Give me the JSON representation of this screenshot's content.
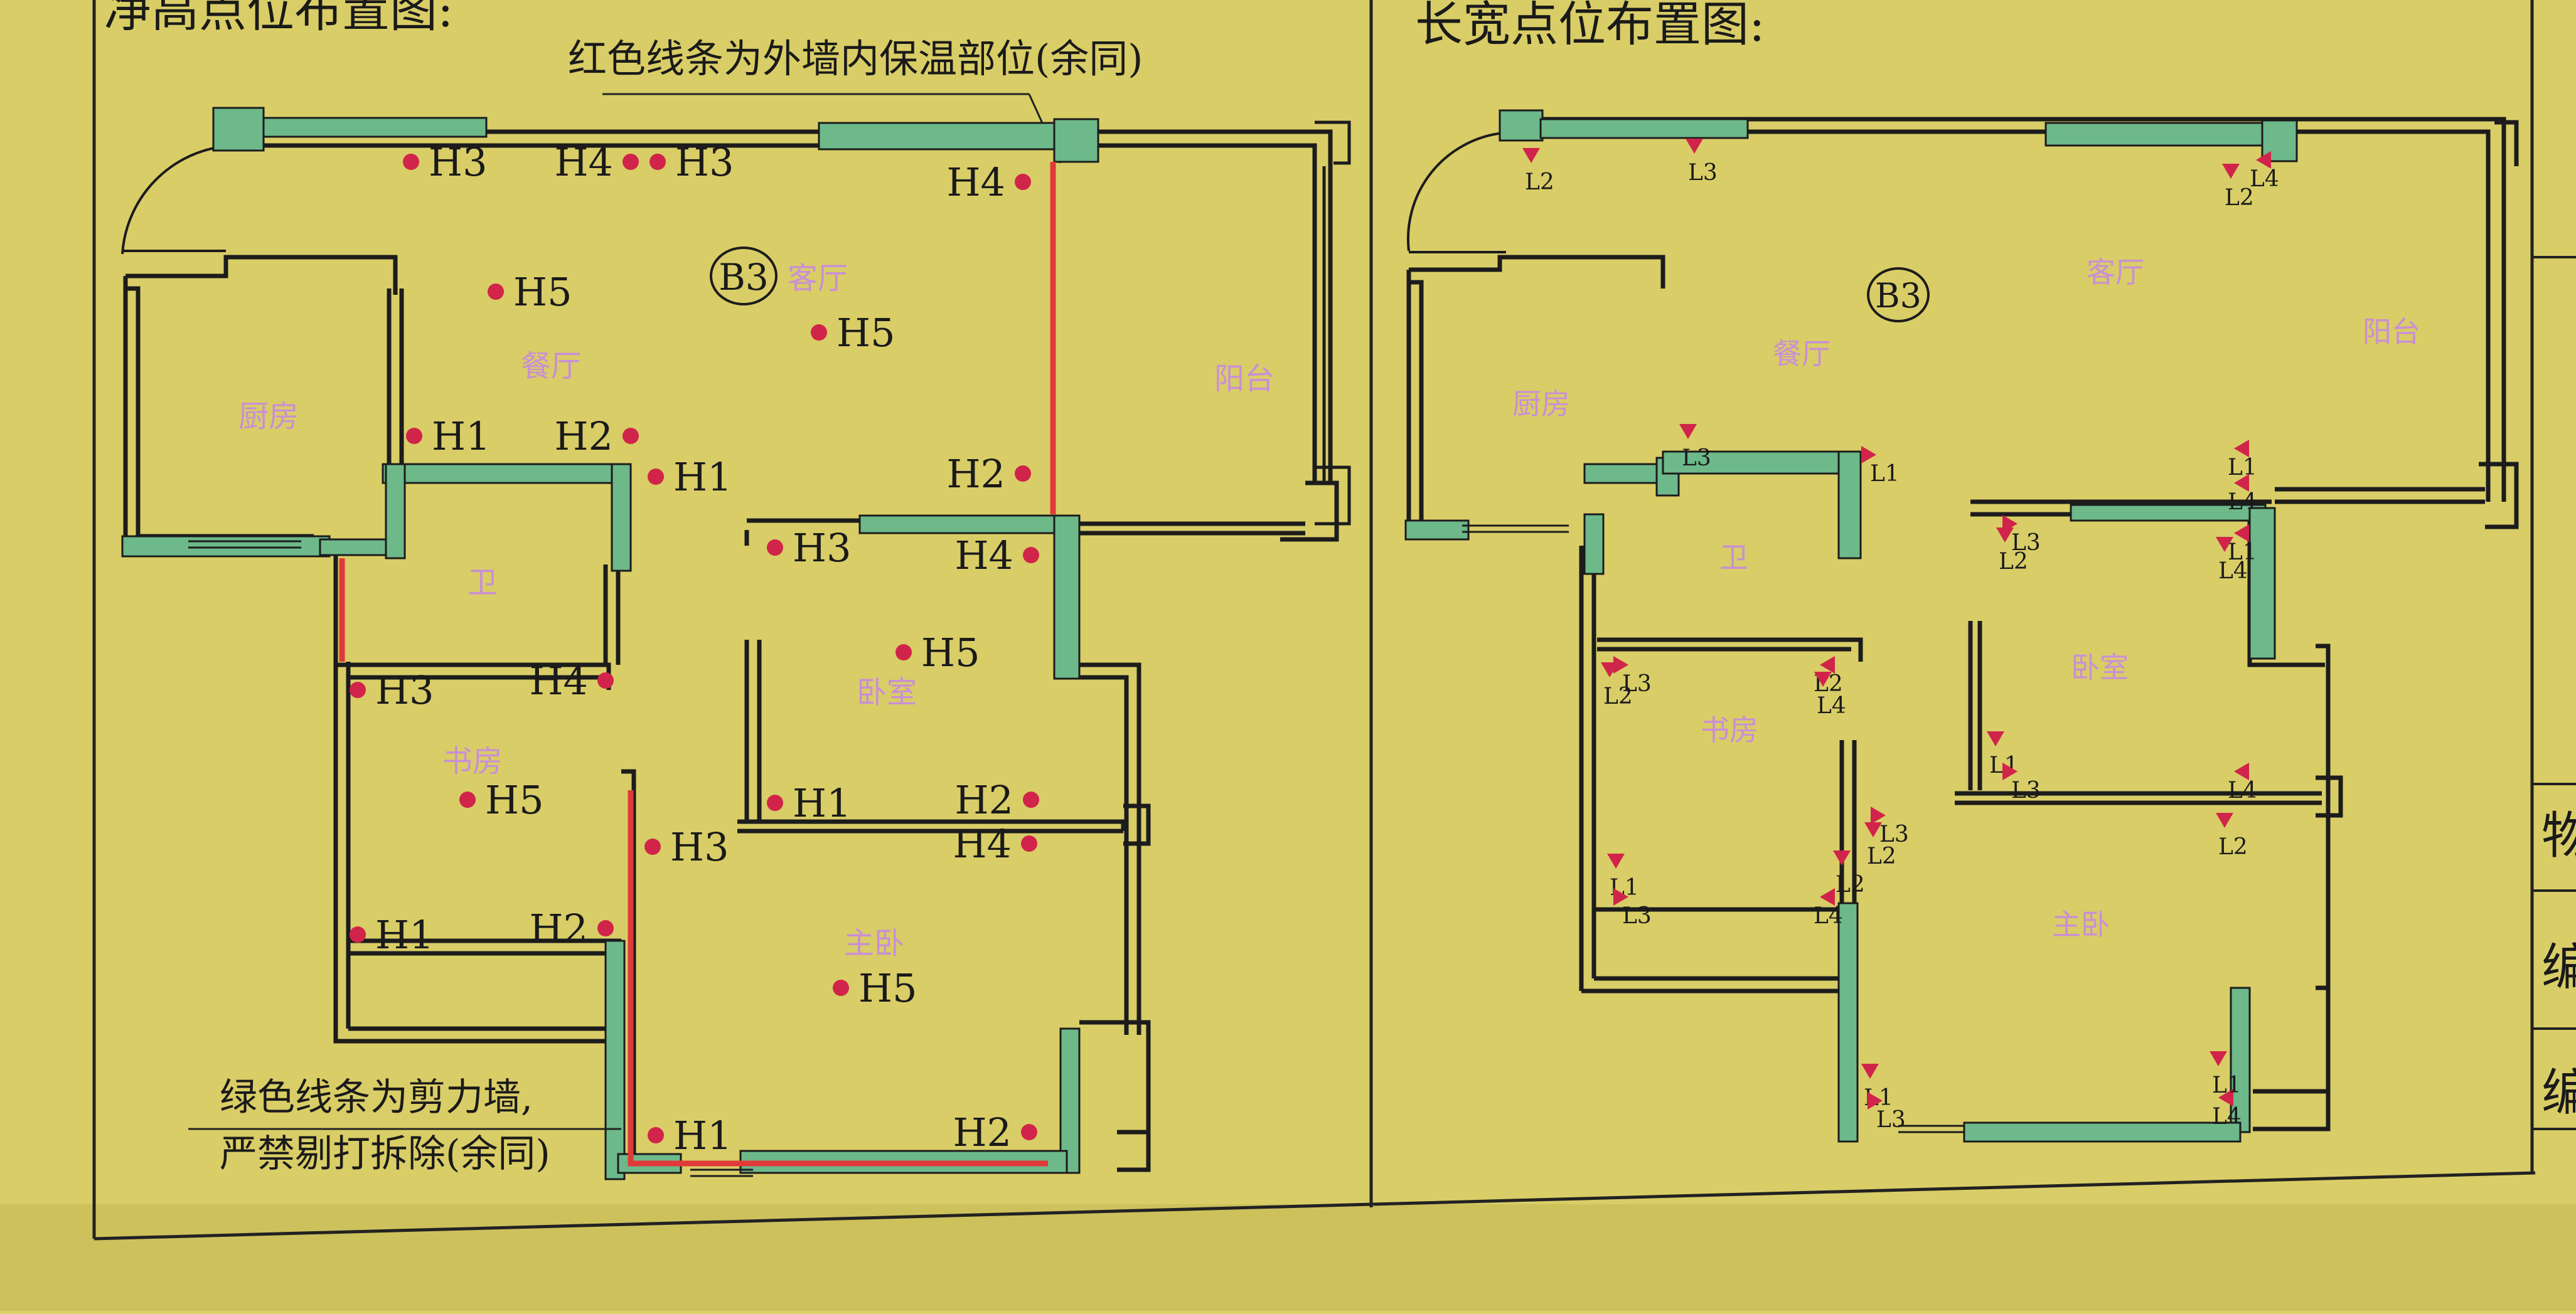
{
  "colors": {
    "paper": "#d8cc66",
    "paper_dark": "#cfc25c",
    "wall_line": "#1c1c1c",
    "shear_wall": "#6fb98a",
    "insulation": "#e03a3a",
    "point": "#d1244a",
    "room_label": "#c98fd6",
    "text": "#1a1a1a"
  },
  "left_panel": {
    "title": "净高点位布置图:",
    "note_red": "红色线条为外墙内保温部位(余同)",
    "note_green_line1": "绿色线条为剪力墙,",
    "note_green_line2": "严禁剔打拆除(余同)",
    "unit_badge": "B3",
    "room_labels": [
      "客厅",
      "餐厅",
      "阳台",
      "厨房",
      "卫",
      "卧室",
      "书房",
      "主卧"
    ],
    "points": [
      {
        "label": "H3"
      },
      {
        "label": "H4"
      },
      {
        "label": "H3"
      },
      {
        "label": "H4"
      },
      {
        "label": "H5"
      },
      {
        "label": "H5"
      },
      {
        "label": "H1"
      },
      {
        "label": "H2"
      },
      {
        "label": "H1"
      },
      {
        "label": "H2"
      },
      {
        "label": "H3"
      },
      {
        "label": "H4"
      },
      {
        "label": "H5"
      },
      {
        "label": "H3"
      },
      {
        "label": "H4"
      },
      {
        "label": "H1"
      },
      {
        "label": "H2"
      },
      {
        "label": "H5"
      },
      {
        "label": "H1"
      },
      {
        "label": "H2"
      },
      {
        "label": "H3"
      },
      {
        "label": "H4"
      },
      {
        "label": "H5"
      },
      {
        "label": "H1"
      },
      {
        "label": "H2"
      }
    ]
  },
  "right_panel": {
    "title": "长宽点位布置图:",
    "unit_badge": "B3",
    "room_labels": [
      "客厅",
      "餐厅",
      "阳台",
      "厨房",
      "卫",
      "卧室",
      "书房",
      "主卧"
    ],
    "markers": [
      {
        "label": "L2"
      },
      {
        "label": "L3"
      },
      {
        "label": "L4"
      },
      {
        "label": "L2"
      },
      {
        "label": "L3"
      },
      {
        "label": "L1"
      },
      {
        "label": "L1"
      },
      {
        "label": "L4"
      },
      {
        "label": "L1"
      },
      {
        "label": "L4"
      },
      {
        "label": "L2"
      },
      {
        "label": "L3"
      },
      {
        "label": "L2"
      },
      {
        "label": "L3"
      },
      {
        "label": "L2"
      },
      {
        "label": "L4"
      },
      {
        "label": "L2"
      },
      {
        "label": "L3"
      },
      {
        "label": "L2"
      },
      {
        "label": "L1"
      },
      {
        "label": "L3"
      },
      {
        "label": "L4"
      },
      {
        "label": "L1"
      },
      {
        "label": "L3"
      },
      {
        "label": "L4"
      },
      {
        "label": "L2"
      },
      {
        "label": "L1"
      },
      {
        "label": "L3"
      },
      {
        "label": "L4"
      },
      {
        "label": "L1"
      }
    ]
  },
  "side_table": {
    "rows": [
      "物",
      "编",
      "编"
    ]
  }
}
